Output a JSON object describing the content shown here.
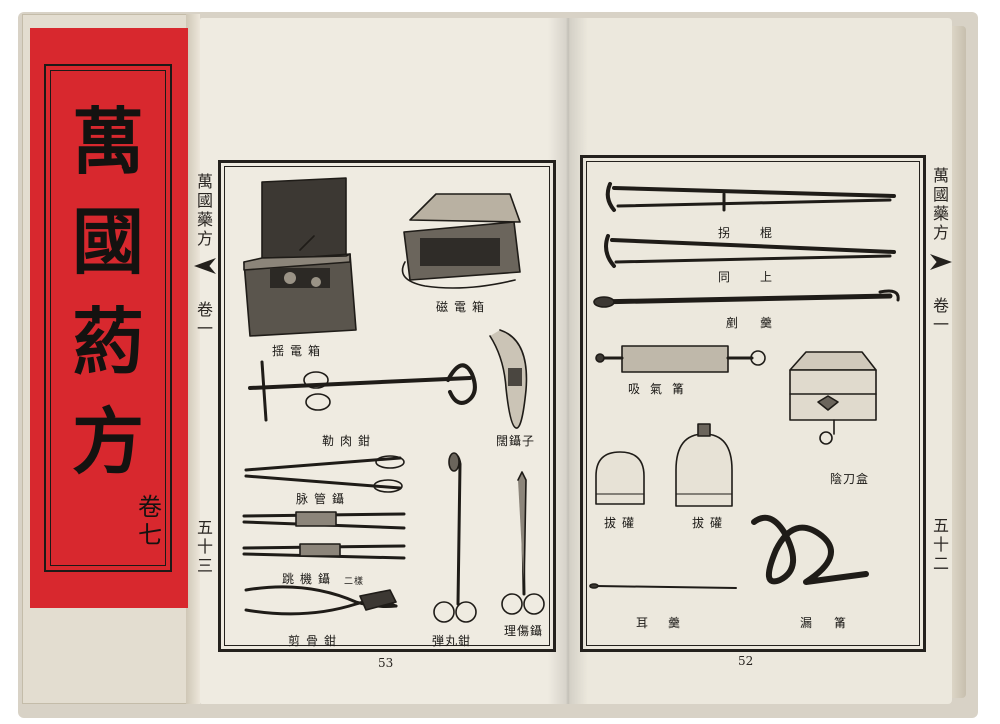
{
  "cover": {
    "title_chars": [
      "萬",
      "國",
      "葯",
      "方"
    ],
    "volume_chars": [
      "卷",
      "七"
    ]
  },
  "left_page": {
    "margin_title": [
      "萬",
      "國",
      "藥",
      "方"
    ],
    "margin_volume": [
      "卷",
      "一"
    ],
    "margin_folio": [
      "五",
      "十",
      "三"
    ],
    "page_number": "53",
    "captions": {
      "electric_box": "揺電箱",
      "magnetic_box": "磁電箱",
      "flesh_forceps": "勒肉鉗",
      "opening_forceps": "闊鑷子",
      "vessel_forceps": "脉管鑷",
      "spring_forceps": "跳機鑷",
      "spring_forceps_note": "二樣",
      "bone_forceps": "剪骨鉗",
      "bullet_forceps": "弾丸鉗",
      "wound_scissors": "理傷鑷"
    }
  },
  "right_page": {
    "margin_title": [
      "萬",
      "國",
      "藥",
      "方"
    ],
    "margin_volume": [
      "卷",
      "一"
    ],
    "margin_folio": [
      "五",
      "十",
      "二"
    ],
    "page_number": "52",
    "captions": {
      "crutch": "拐棍",
      "crutch_same": "同上",
      "scraper": "剷羹",
      "suction_syringe": "吸氣筩",
      "knife_box": "陰刀盒",
      "cup_small": "拔礶",
      "cup_large": "拔礶",
      "ear_spoon": "耳羹",
      "funnel": "漏筩"
    }
  }
}
